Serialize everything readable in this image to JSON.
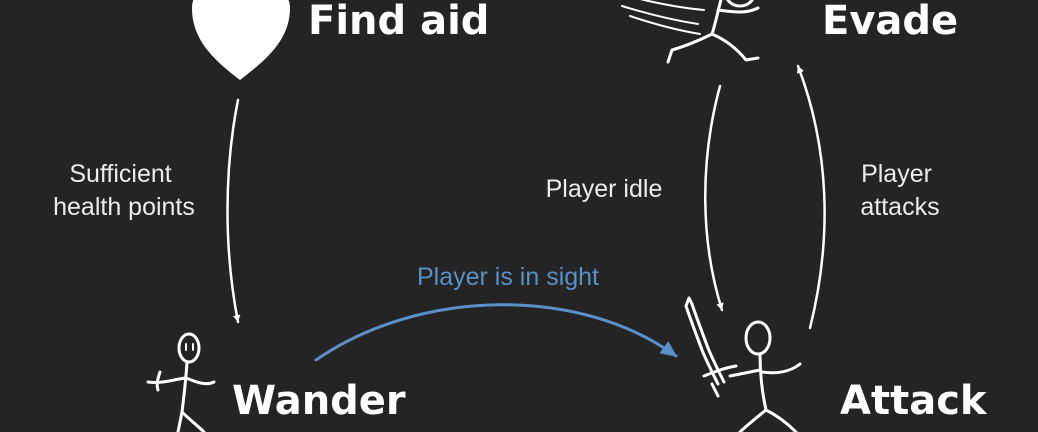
{
  "states": {
    "find_aid": "Find aid",
    "evade": "Evade",
    "wander": "Wander",
    "attack": "Attack"
  },
  "transitions": {
    "sufficient_health": [
      "Sufficient",
      "health points"
    ],
    "player_idle": "Player idle",
    "player_attacks": [
      "Player",
      "attacks"
    ],
    "player_in_sight": "Player is in sight"
  },
  "colors": {
    "background": "#242424",
    "foreground": "#ffffff",
    "accent": "#5b8fc7"
  },
  "icons": {
    "find_aid": "heart-icon",
    "evade": "running-stickman-icon",
    "wander": "walking-stickman-icon",
    "attack": "sword-stickman-icon"
  }
}
